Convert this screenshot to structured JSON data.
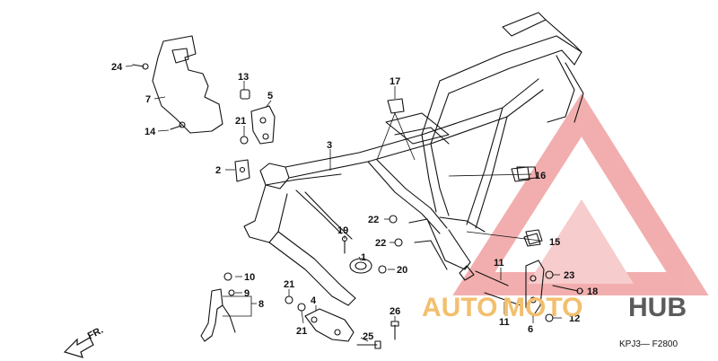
{
  "diagram": {
    "part_labels": [
      "1",
      "2",
      "3",
      "4",
      "5",
      "6",
      "7",
      "8",
      "9",
      "10",
      "11",
      "11",
      "12",
      "13",
      "14",
      "15",
      "16",
      "17",
      "18",
      "19",
      "20",
      "21",
      "21",
      "21",
      "22",
      "22",
      "23",
      "24",
      "25",
      "26"
    ],
    "direction_label": "FR.",
    "drawing_code": "KPJ3— F2800"
  },
  "watermark": {
    "text_auto": "AUTO",
    "text_moto": "MOTO",
    "text_hub": "HUB",
    "color_primary": "#f0a1a1",
    "color_text": "#f3bf6e",
    "color_hub": "#5b5b5b"
  }
}
